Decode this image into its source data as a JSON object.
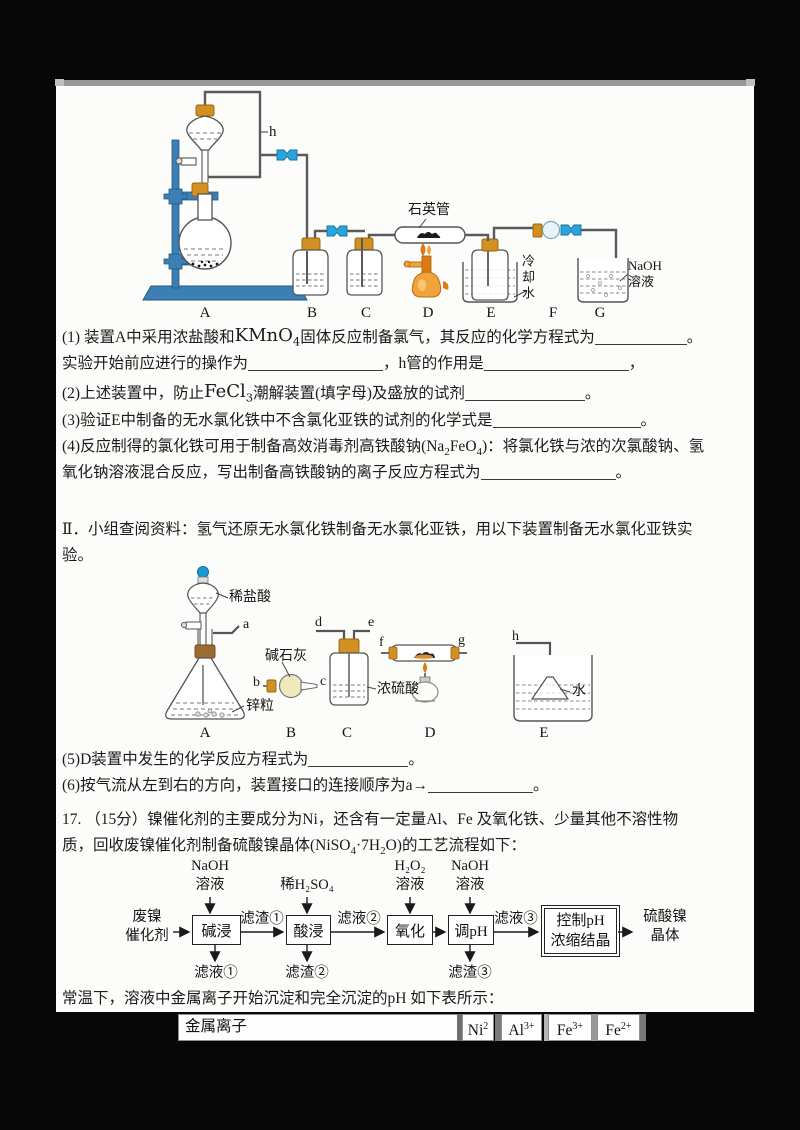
{
  "colors": {
    "stand": "#3b7fb4",
    "standdark": "#275d85",
    "valve": "#2aa4dc",
    "cork": "#d28f22",
    "ballblue": "#1e98d2",
    "flame": "#f2a23c",
    "flamedark": "#db7b15",
    "sodalime": "#efe9bd",
    "brown": "#9c6b33"
  },
  "q": {
    "l1a": "(1) 装置A中采用浓盐酸和",
    "l1fb": "KMnO",
    "l1fs": "4",
    "l1b": "固体反应制备氯气，其反应的化学方程式为",
    "l1e": "。",
    "l2a": "实验开始前应进行的操作为",
    "l2b": "，h管的作用是",
    "l2e": "，",
    "l3a": "(2)上述装置中，防止",
    "l3fb": "FeCl",
    "l3fs": "3",
    "l3b": "潮解装置(填字母)及盛放的试剂",
    "l3e": "。",
    "l4a": "(3)验证E中制备的无水氯化铁中不含氯化亚铁的试剂的化学式是",
    "l4e": "。",
    "l5a": "(4)反应制得的氯化铁可用于制备高效消毒剂高铁酸钠(Na",
    "l5s1": "2",
    "l5b": "FeO",
    "l5s2": "4",
    "l5c": ")：将氯化铁与浓的次氯酸钠、氢",
    "l6a": "氧化钠溶液混合反应，写出制备高铁酸钠的离子反应方程式为",
    "l6e": "。"
  },
  "part2": {
    "intro1": "Ⅱ．小组查阅资料：氢气还原无水氯化铁制备无水氯化亚铁，用以下装置制备无水氯化亚铁实",
    "intro2": "验。",
    "q5a": "(5)D装置中发生的化学反应方程式为",
    "q5e": "。",
    "q6a": "(6)按气流从左到右的方向，装置接口的连接顺序为a→",
    "q6e": "。"
  },
  "q17": {
    "l1": "17. （15分）镍催化剂的主要成分为Ni，还含有一定量Al、Fe 及氧化铁、少量其他不溶性物",
    "l2a": "质，回收废镍催化剂制备硫酸镍晶体(NiSO",
    "s1": "4",
    "l2b": "·7H",
    "s2": "2",
    "l2c": "O)的工艺流程如下：",
    "table_intro": "常温下，溶液中金属离子开始沉淀和完全沉淀的pH 如下表所示："
  },
  "d1": {
    "h": "h",
    "quartz": "石英管",
    "cooling": "冷却水",
    "naoh_line1": "NaOH",
    "naoh_line2": "溶液",
    "letters": {
      "a": "A",
      "b": "B",
      "c": "C",
      "d": "D",
      "e": "E",
      "f": "F",
      "g": "G"
    }
  },
  "d2": {
    "dilute_hcl": "稀盐酸",
    "soda_lime": "碱石灰",
    "conc_h2so4": "浓硫酸",
    "zinc": "锌粒",
    "water": "水",
    "ports": {
      "a": "a",
      "b": "b",
      "c": "c",
      "d": "d",
      "e": "e",
      "f": "f",
      "g": "g",
      "h": "h"
    },
    "letters": {
      "a": "A",
      "b": "B",
      "c": "C",
      "d": "D",
      "e": "E"
    }
  },
  "flow": {
    "start1": "废镍",
    "start2": "催化剂",
    "end1": "硫酸镍",
    "end2": "晶体",
    "in1a": "NaOH",
    "in1b": "溶液",
    "in2": "稀H₂SO₄",
    "in3a": "H₂O₂",
    "in3b": "溶液",
    "in4a": "NaOH",
    "in4b": "溶液",
    "box1": "碱浸",
    "box2": "酸浸",
    "box3": "氧化",
    "box4": "调pH",
    "box5a": "控制pH",
    "box5b": "浓缩结晶",
    "mid1": "滤渣①",
    "mid2": "滤液②",
    "mid3": "滤液③",
    "down1": "滤液①",
    "down2": "滤渣②",
    "down3": "滤渣③"
  },
  "table": {
    "header": "金属离子",
    "ions": [
      {
        "base": "Ni",
        "sup": "2"
      },
      {
        "base": "Al",
        "sup": "3+"
      },
      {
        "base": "Fe",
        "sup": "3+"
      },
      {
        "base": "Fe",
        "sup": "2+"
      }
    ]
  }
}
